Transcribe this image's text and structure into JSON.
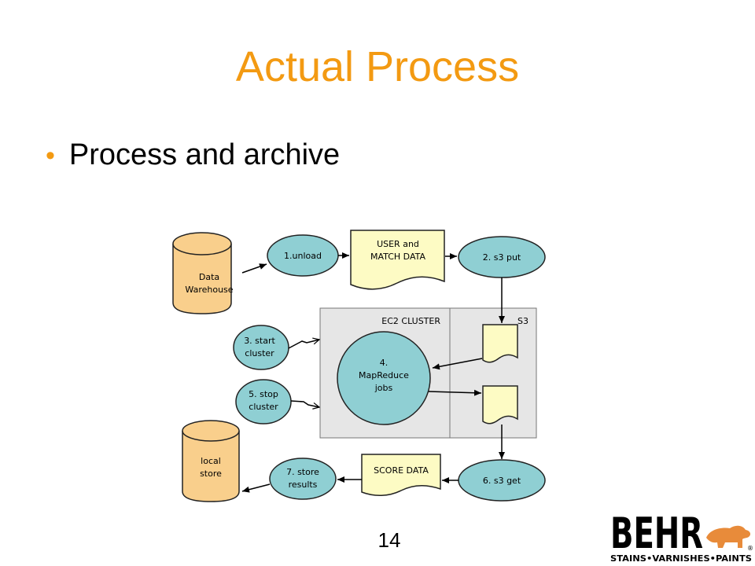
{
  "slide": {
    "title": "Actual Process",
    "bullet": "Process and archive",
    "page_number": "14"
  },
  "diagram": {
    "data_warehouse": [
      "Data",
      "Warehouse"
    ],
    "unload": "1.unload",
    "user_match_data": [
      "USER and",
      "MATCH DATA"
    ],
    "s3_put": "2. s3 put",
    "ec2_cluster": "EC2 CLUSTER",
    "s3": "S3",
    "start_cluster": [
      "3. start",
      "cluster"
    ],
    "mapreduce": [
      "4.",
      "MapReduce",
      "jobs"
    ],
    "stop_cluster": [
      "5. stop",
      "cluster"
    ],
    "local_store": [
      "local",
      "store"
    ],
    "store_results": [
      "7. store",
      "results"
    ],
    "score_data": "SCORE DATA",
    "s3_get": "6. s3 get"
  },
  "logo": {
    "brand": "BEHR",
    "tagline": "STAINS•VARNISHES•PAINTS",
    "mark": "®"
  },
  "colors": {
    "title": "#f39a12",
    "bullet": "#f39a12",
    "process_fill": "#8fcfd3",
    "database_fill": "#f9cf8c",
    "document_fill": "#fdfbc4",
    "cluster_fill": "#e6e6e6",
    "logo_bear": "#e88b3a"
  }
}
